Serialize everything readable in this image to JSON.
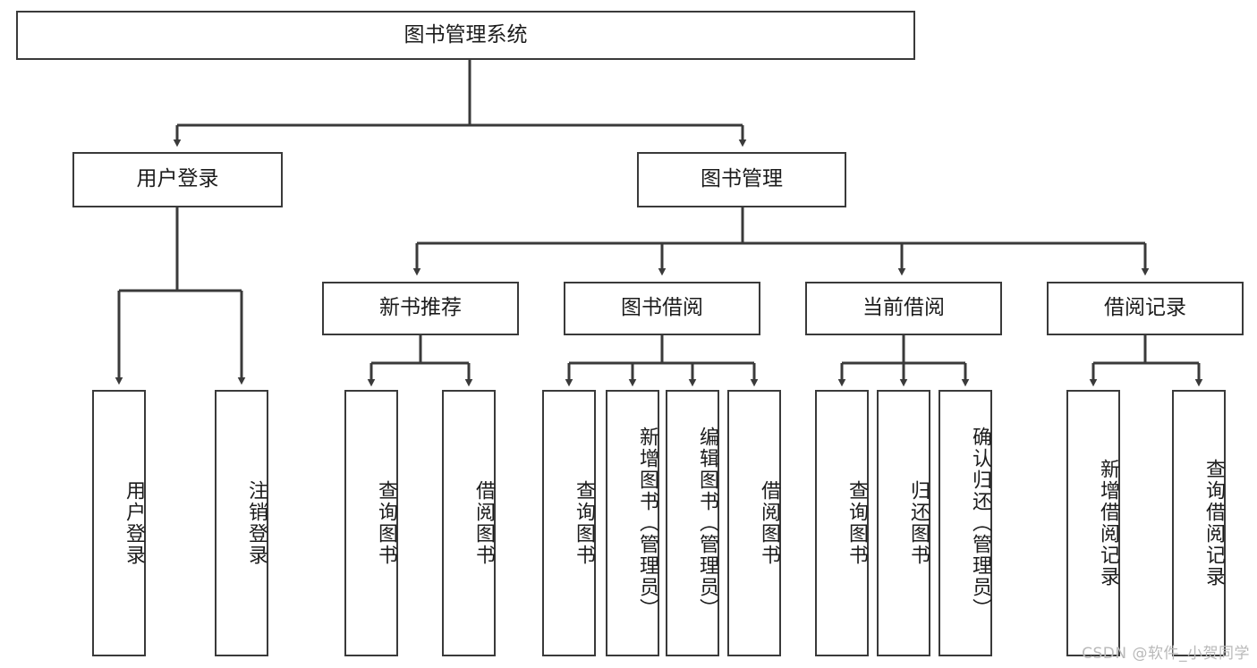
{
  "diagram": {
    "title": "图书管理系统",
    "type": "hierarchy-tree",
    "watermark": "CSDN @软件_小贺同学",
    "colors": {
      "box_border": "#3a3a3a",
      "box_fill": "#ffffff",
      "connector": "#3a3a3a",
      "text": "#1c1c1c",
      "watermark": "#b9b9b9"
    },
    "nodes": {
      "root": {
        "label": "图书管理系统"
      },
      "level2": [
        {
          "label": "用户登录"
        },
        {
          "label": "图书管理"
        }
      ],
      "level3": [
        {
          "label": "新书推荐"
        },
        {
          "label": "图书借阅"
        },
        {
          "label": "当前借阅"
        },
        {
          "label": "借阅记录"
        }
      ],
      "leaves": {
        "user_login": [
          {
            "label": "用户登录"
          },
          {
            "label": "注销登录"
          }
        ],
        "new_book": [
          {
            "label": "查询图书"
          },
          {
            "label": "借阅图书"
          }
        ],
        "book_borrow": [
          {
            "label": "查询图书"
          },
          {
            "label": "新增图书（管理员）"
          },
          {
            "label": "编辑图书（管理员）"
          },
          {
            "label": "借阅图书"
          }
        ],
        "current_borrow": [
          {
            "label": "查询图书"
          },
          {
            "label": "归还图书"
          },
          {
            "label": "确认归还（管理员）"
          }
        ],
        "borrow_record": [
          {
            "label": "新增借阅记录"
          },
          {
            "label": "查询借阅记录"
          }
        ]
      }
    }
  }
}
